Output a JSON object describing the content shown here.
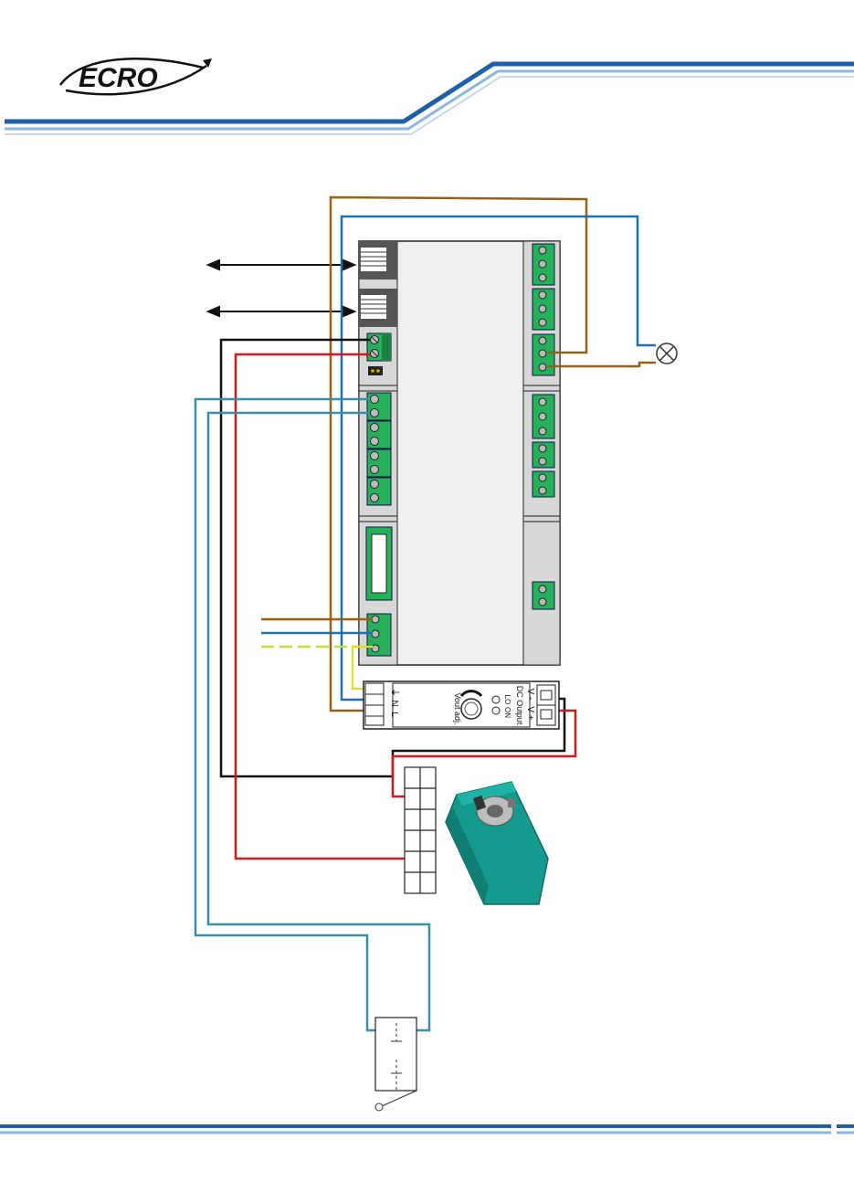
{
  "header": {
    "brand": "ECRO"
  },
  "psu": {
    "input_terminals": [
      "⏚",
      "N",
      "L"
    ],
    "knob_label": "Vout adj.",
    "led_labels": [
      "LO",
      "ON"
    ],
    "output_title": "DC Output",
    "output_terminals": [
      "V -",
      "V +"
    ]
  },
  "colors": {
    "brown": "#9a6012",
    "blue": "#1c70b4",
    "teal": "#3a8fa8",
    "red": "#d8161c",
    "black": "#111111",
    "green_terminal": "#27b05a",
    "actuator": "#149a8e",
    "header_blue": "#1d5fa8"
  }
}
